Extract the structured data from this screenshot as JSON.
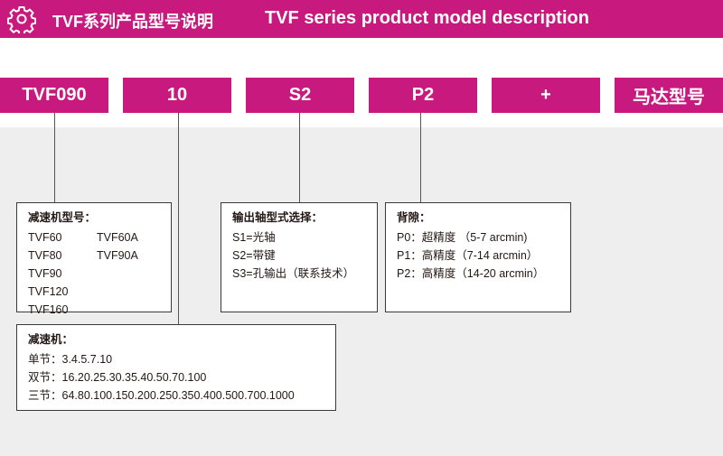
{
  "header": {
    "title_cn": "TVF系列产品型号说明",
    "title_en": "TVF series product model description",
    "icon": "gear-icon",
    "bg_color": "#c8197f"
  },
  "model_code": [
    "TVF090",
    "10",
    "S2",
    "P2",
    "+",
    "马达型号"
  ],
  "reducer_model": {
    "title": "减速机型号：",
    "col1": [
      "TVF60",
      "TVF80",
      "TVF90",
      "TVF120",
      "TVF160"
    ],
    "col2": [
      "TVF60A",
      "TVF90A"
    ]
  },
  "output_shaft": {
    "title": "输出轴型式选择：",
    "items": [
      "S1=光轴",
      "S2=带键",
      "S3=孔输出（联系技术）"
    ]
  },
  "backlash": {
    "title": "背隙：",
    "items": [
      "P0：超精度 （5-7 arcmin)",
      "P1：高精度（7-14 arcmin）",
      "P2：高精度（14-20 arcmin）"
    ]
  },
  "ratio": {
    "title": "减速机：",
    "items": [
      "单节：3.4.5.7.10",
      "双节：16.20.25.30.35.40.50.70.100",
      "三节：64.80.100.150.200.250.350.400.500.700.1000"
    ]
  }
}
